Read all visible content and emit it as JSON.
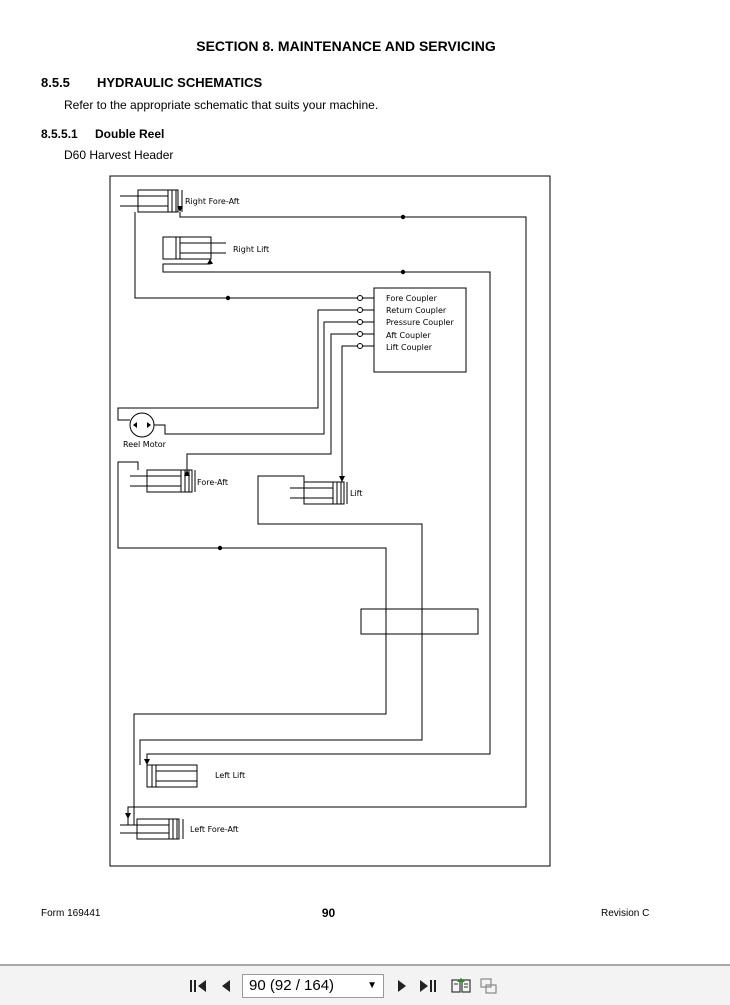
{
  "header": {
    "section_title": "SECTION 8.  MAINTENANCE AND SERVICING"
  },
  "heading": {
    "number": "8.5.5",
    "title": "HYDRAULIC SCHEMATICS"
  },
  "intro_text": "Refer to the appropriate schematic that suits your machine.",
  "subheading": {
    "number": "8.5.5.1",
    "title": "Double Reel"
  },
  "subtitle": "D60 Harvest Header",
  "schematic": {
    "labels": {
      "right_fore_aft": "Right Fore-Aft",
      "right_lift": "Right Lift",
      "fore_coupler": "Fore Coupler",
      "return_coupler": "Return Coupler",
      "pressure_coupler": "Pressure Coupler",
      "aft_coupler": "Aft Coupler",
      "lift_coupler": "Lift Coupler",
      "reel_motor": "Reel Motor",
      "fore_aft": "Fore-Aft",
      "lift": "Lift",
      "left_lift": "Left Lift",
      "left_fore_aft": "Left Fore-Aft"
    }
  },
  "footer": {
    "form": "Form 169441",
    "page": "90",
    "revision": "Revision C"
  },
  "toolbar": {
    "page_display": "90 (92 / 164)",
    "icons": [
      "first-page-icon",
      "previous-page-icon",
      "next-page-icon",
      "last-page-icon",
      "fit-page-icon",
      "two-page-icon"
    ]
  }
}
